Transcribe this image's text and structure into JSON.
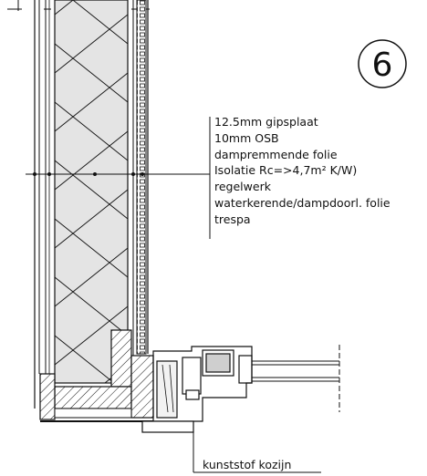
{
  "detail": {
    "number": "6"
  },
  "annotations": {
    "wall_layers": [
      "12.5mm gipsplaat",
      "10mm OSB",
      "dampremmende folie",
      "Isolatie Rc=>4,7m² K/W)",
      "regelwerk",
      "waterkerende/dampdoorl. folie",
      "trespa"
    ],
    "frame_label": "kunststof kozijn"
  }
}
